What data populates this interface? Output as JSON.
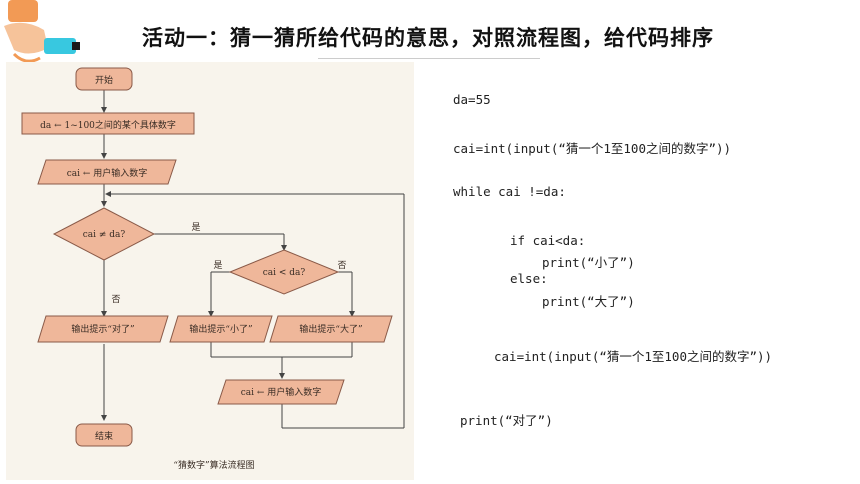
{
  "title": "活动一：猜一猜所给代码的意思，对照流程图，给代码排序",
  "flowchart": {
    "start": "开始",
    "assign_da": "da ← 1~100之间的某个具体数字",
    "input_cai": "cai ← 用户输入数字",
    "cond_ne": "cai ≠ da?",
    "yes1": "是",
    "cond_lt": "cai < da?",
    "yes2": "是",
    "no2": "否",
    "no1": "否",
    "out_right": "输出提示“对了”",
    "out_small": "输出提示“小了”",
    "out_big": "输出提示“大了”",
    "input_cai2": "cai ← 用户输入数字",
    "end": "结束",
    "caption": "“猜数字”算法流程图"
  },
  "code": {
    "line1": "da=55",
    "line2": "cai=int(input(“猜一个1至100之间的数字”))",
    "line3": "while cai !=da:",
    "line4": "if cai<da:",
    "line5": "print(“小了”)",
    "line6": "else:",
    "line7": "print(“大了”)",
    "line8": "cai=int(input(“猜一个1至100之间的数字”))",
    "line9": "print(“对了”)"
  },
  "colors": {
    "shape_fill": "#efb79a",
    "shape_stroke": "#8a5a48",
    "line": "#444444",
    "panel_bg": "#f8f4ec",
    "deco_orange": "#f29a55",
    "deco_cyan": "#38c8e0"
  }
}
